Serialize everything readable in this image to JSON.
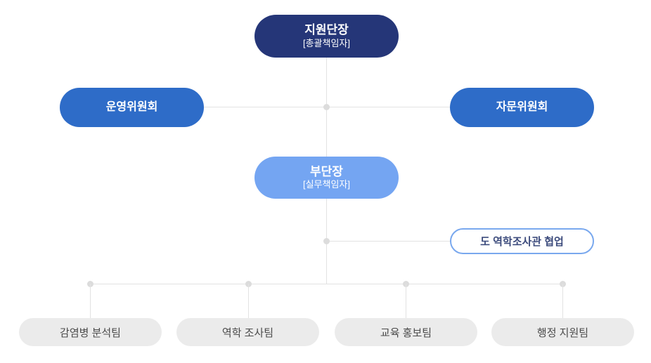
{
  "org_chart": {
    "nodes": {
      "director": {
        "label": "지원단장",
        "sublabel": "[총괄책임자]",
        "color": "#253678"
      },
      "steering_committee": {
        "label": "운영위원회",
        "color": "#2e6cc8"
      },
      "advisory_committee": {
        "label": "자문위원회",
        "color": "#2e6cc8"
      },
      "deputy_director": {
        "label": "부단장",
        "sublabel": "[실무책임자]",
        "color": "#74a5f2"
      },
      "collaboration": {
        "label": "도 역학조사관 협업",
        "border_color": "#79a8ee",
        "text_color": "#3d4c7d"
      },
      "teams": [
        {
          "label": "감염병 분석팀"
        },
        {
          "label": "역학 조사팀"
        },
        {
          "label": "교육 홍보팀"
        },
        {
          "label": "행정 지원팀"
        }
      ]
    },
    "colors": {
      "connector_line": "#e2e2e2",
      "connector_dot": "#dcdcdc",
      "team_background": "#ebebeb",
      "team_text": "#4b4b4b"
    }
  }
}
